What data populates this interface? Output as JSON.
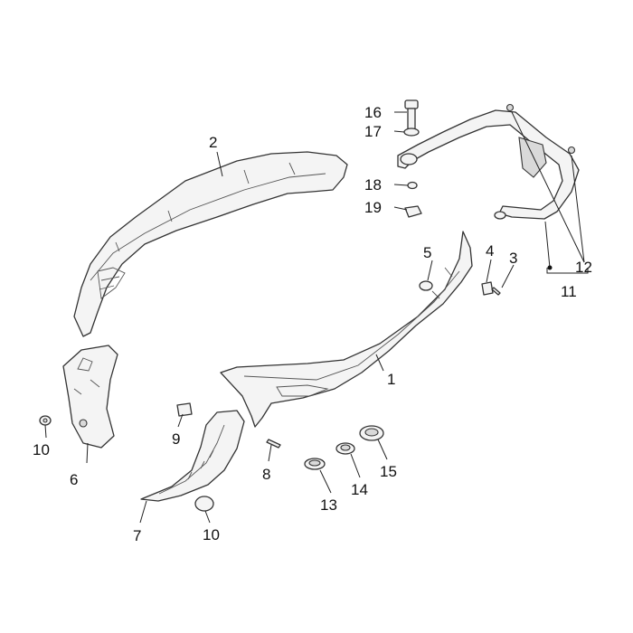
{
  "callouts": [
    {
      "id": "1",
      "text": "1"
    },
    {
      "id": "2",
      "text": "2"
    },
    {
      "id": "3",
      "text": "3"
    },
    {
      "id": "4",
      "text": "4"
    },
    {
      "id": "5",
      "text": "5"
    },
    {
      "id": "6",
      "text": "6"
    },
    {
      "id": "7",
      "text": "7"
    },
    {
      "id": "8",
      "text": "8"
    },
    {
      "id": "9",
      "text": "9"
    },
    {
      "id": "10a",
      "text": "10"
    },
    {
      "id": "10b",
      "text": "10"
    },
    {
      "id": "11",
      "text": "11"
    },
    {
      "id": "12",
      "text": "12"
    },
    {
      "id": "13",
      "text": "13"
    },
    {
      "id": "14",
      "text": "14"
    },
    {
      "id": "15",
      "text": "15"
    },
    {
      "id": "16",
      "text": "16"
    },
    {
      "id": "17",
      "text": "17"
    },
    {
      "id": "18",
      "text": "18"
    },
    {
      "id": "19",
      "text": "19"
    }
  ]
}
